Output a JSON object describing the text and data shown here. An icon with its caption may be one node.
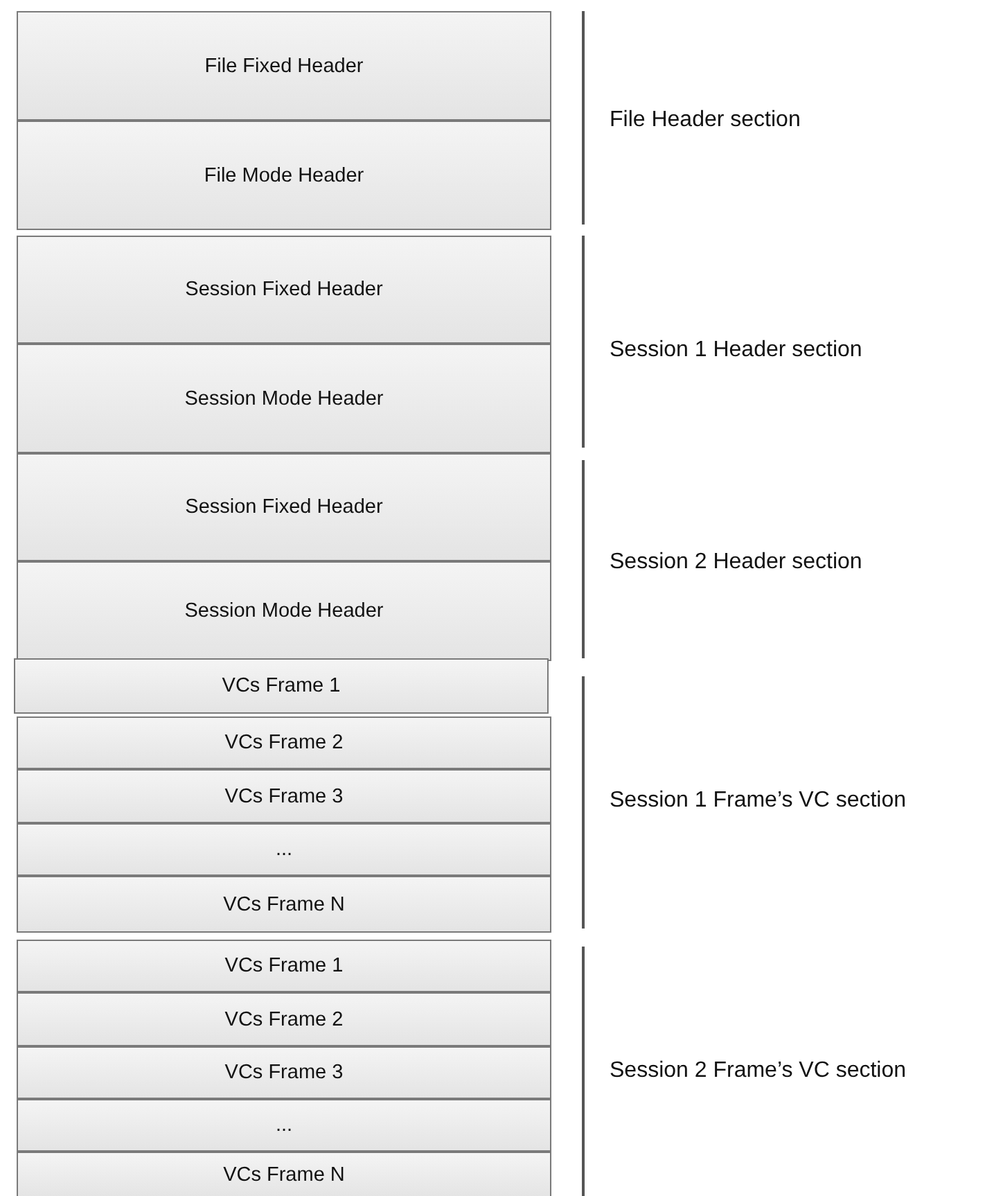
{
  "diagram": {
    "nodes": [
      {
        "text": [
          "File Fixed Header"
        ]
      },
      {
        "text": [
          "File Mode Header"
        ]
      },
      {
        "text": [
          "Session Fixed Header"
        ]
      },
      {
        "text": [
          "Session Mode Header"
        ]
      },
      {
        "text": [
          "Session Fixed Header"
        ]
      },
      {
        "text": [
          "Session Mode Header"
        ]
      },
      {
        "text": [
          "VCs Frame 1"
        ]
      },
      {
        "text": [
          "VCs Frame 2"
        ]
      },
      {
        "text": [
          "VCs Frame 3"
        ]
      },
      {
        "text": [
          "..."
        ]
      },
      {
        "text": [
          "VCs Frame N"
        ]
      },
      {
        "text": [
          "VCs Frame 1"
        ]
      },
      {
        "text": [
          "VCs Frame 2"
        ]
      },
      {
        "text": [
          "VCs Frame 3"
        ]
      },
      {
        "text": [
          "..."
        ]
      },
      {
        "text": [
          "VCs Frame N"
        ]
      }
    ],
    "edges": [],
    "labels": [
      "File Header section",
      "Session 1 Header section",
      "Session 2 Header section",
      "Session 1 Frame’s VC section",
      "Session 2 Frame’s VC section"
    ]
  }
}
